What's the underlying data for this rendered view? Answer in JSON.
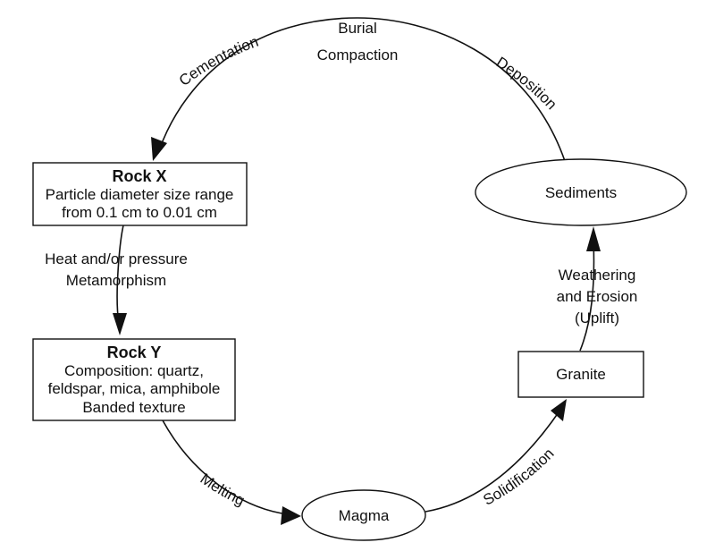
{
  "cycle_labels": {
    "burial": "Burial",
    "compaction": "Compaction",
    "cementation": "Cementation",
    "deposition": "Deposition",
    "heat_pressure": "Heat and/or pressure",
    "metamorphism": "Metamorphism",
    "melting": "Melting",
    "solidification": "Solidification",
    "weathering": "Weathering",
    "and_erosion": "and Erosion",
    "uplift": "(Uplift)"
  },
  "rock_x": {
    "title": "Rock X",
    "line1": "Particle diameter size range",
    "line2": "from 0.1 cm to 0.01 cm"
  },
  "rock_y": {
    "title": "Rock Y",
    "line1": "Composition: quartz,",
    "line2": "feldspar, mica, amphibole",
    "line3": "Banded texture"
  },
  "sediments": "Sediments",
  "granite": "Granite",
  "magma": "Magma"
}
